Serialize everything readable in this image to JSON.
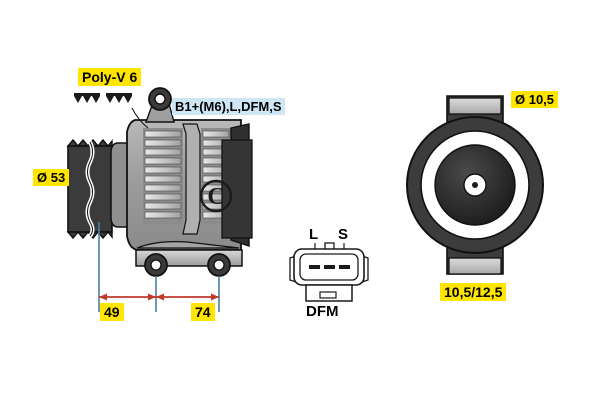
{
  "document": {
    "type": "technical-diagram",
    "subject": "alternator",
    "background_color": "#ffffff"
  },
  "labels": {
    "poly_v": "Poly-V 6",
    "terminals": "B1+(M6),L,DFM,S",
    "pulley_diameter": "Ø 53",
    "dim_left": "49",
    "dim_right": "74",
    "bolt_diameter": "Ø 10,5",
    "bolt_sizes": "10,5/12,5"
  },
  "connector": {
    "pin_left": "L",
    "pin_right": "S",
    "bottom": "DFM",
    "terminal_count": 3
  },
  "colors": {
    "highlight_yellow": "#FFE500",
    "highlight_blue": "#cfe6f5",
    "dimension_red": "#c0392b",
    "extension_blue": "#4a7fa5",
    "body_gray": "#9a9a9a",
    "dark_gray": "#3a3a3a",
    "light_gray": "#c8c8c8",
    "outline": "#111111"
  },
  "views": {
    "side_view": "alternator-side-view",
    "end_view": "alternator-end-view",
    "connector_view": "connector-face-view"
  }
}
